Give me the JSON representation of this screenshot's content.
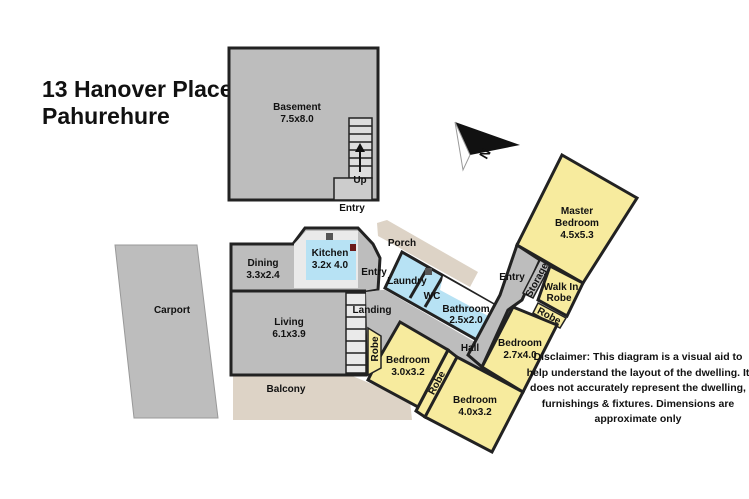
{
  "address": {
    "line1": "13 Hanover Place",
    "line2": "Pahurehure"
  },
  "compass": {
    "label": "N",
    "icon": "north-arrow-icon"
  },
  "rooms": {
    "basement": {
      "name": "Basement",
      "dims": "7.5x8.0"
    },
    "basement_up": "Up",
    "basement_entry": "Entry",
    "carport": "Carport",
    "dining": {
      "name": "Dining",
      "dims": "3.3x2.4"
    },
    "kitchen": {
      "name": "Kitchen",
      "dims": "3.2x 4.0"
    },
    "entry_main": "Entry",
    "porch": "Porch",
    "laundry": "Laundry",
    "wc": "WC",
    "bathroom": {
      "name": "Bathroom",
      "dims": "2.5x2.0"
    },
    "landing": "Landing",
    "living": {
      "name": "Living",
      "dims": "6.1x3.9"
    },
    "balcony": "Balcony",
    "hall": "Hall",
    "entry_wing": "Entry",
    "storage": "Storage",
    "master": {
      "name1": "Master",
      "name2": "Bedroom",
      "dims": "4.5x5.3"
    },
    "walkin": {
      "name1": "Walk In",
      "name2": "Robe"
    },
    "robe_master": "Robe",
    "bed2": {
      "name": "Bedroom",
      "dims": "2.7x4.0"
    },
    "bed3": {
      "name": "Bedroom",
      "dims": "3.0x3.2"
    },
    "bed4": {
      "name": "Bedroom",
      "dims": "4.0x3.2"
    },
    "robe_bed3": "Robe",
    "robe_bed4": "Robe"
  },
  "disclaimer": "Disclaimer: This diagram is a visual aid to help understand the layout of the dwelling. It does not accurately represent the dwelling, furnishings & fixtures. Dimensions are approximate only",
  "colors": {
    "bedroom": "#f7eb9e",
    "wet": "#b7e2f4",
    "living": "#bdbdbd",
    "outdoor": "#ddd3c6",
    "wall": "#222222"
  }
}
